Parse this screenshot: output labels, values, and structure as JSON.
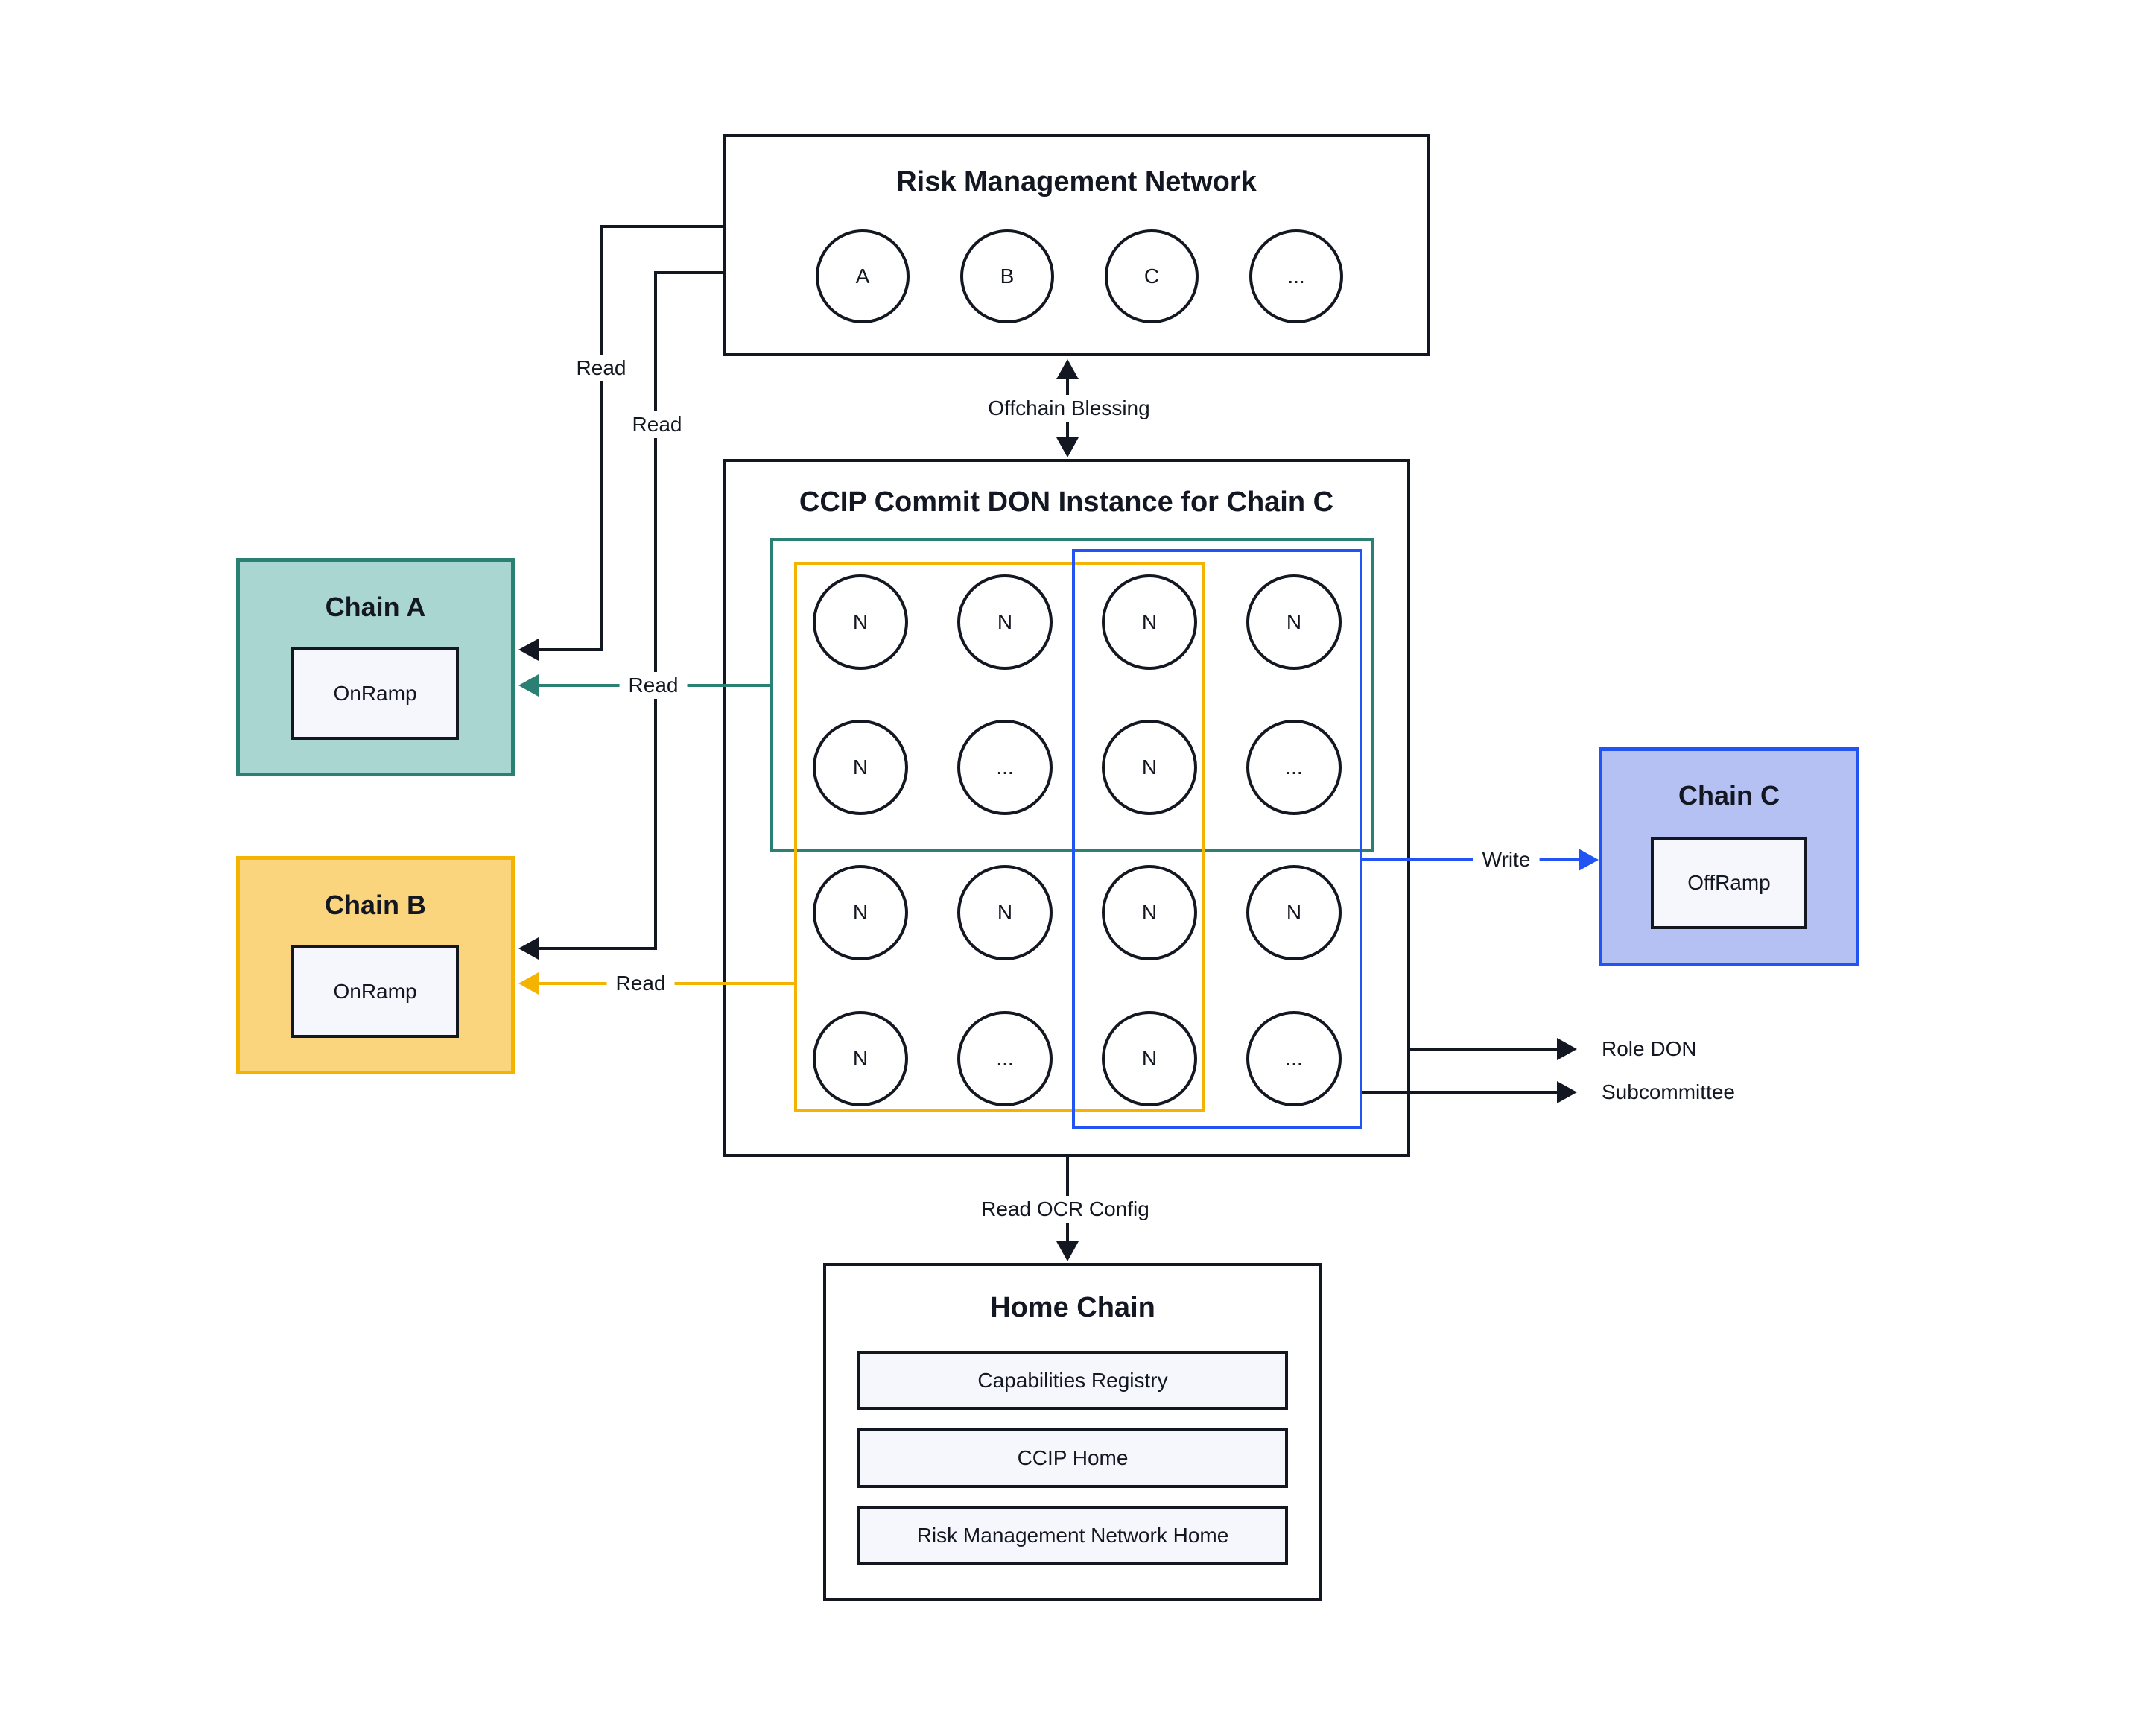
{
  "page": {
    "background": "#ffffff"
  },
  "colors": {
    "ink": "#131722",
    "teal_accent": "#2A8073",
    "teal_fill": "#A9D6D0",
    "yellow_accent": "#F5B301",
    "yellow_fill": "#FBD57E",
    "blue_accent": "#2254F4",
    "blue_fill": "#B5C1F3",
    "panel_fill": "#F6F7FC"
  },
  "risk_management_network": {
    "title": "Risk Management Network",
    "nodes": [
      "A",
      "B",
      "C",
      "..."
    ]
  },
  "ccip_don": {
    "title": "CCIP Commit DON Instance for Chain C",
    "grid": [
      [
        "N",
        "N",
        "N",
        "N"
      ],
      [
        "N",
        "...",
        "N",
        "..."
      ],
      [
        "N",
        "N",
        "N",
        "N"
      ],
      [
        "N",
        "...",
        "N",
        "..."
      ]
    ],
    "subsets": {
      "chain_a_reader_set": "teal",
      "chain_b_reader_set": "yellow",
      "chain_c_writer_set": "blue"
    }
  },
  "chain_a": {
    "title": "Chain A",
    "ramp": "OnRamp"
  },
  "chain_b": {
    "title": "Chain B",
    "ramp": "OnRamp"
  },
  "chain_c": {
    "title": "Chain C",
    "ramp": "OffRamp"
  },
  "home_chain": {
    "title": "Home Chain",
    "items": [
      "Capabilities Registry",
      "CCIP Home",
      "Risk Management Network Home"
    ]
  },
  "labels": {
    "read": "Read",
    "write": "Write",
    "offchain_blessing": "Offchain Blessing",
    "read_ocr_config": "Read OCR Config",
    "role_don": "Role DON",
    "subcommittee": "Subcommittee"
  }
}
